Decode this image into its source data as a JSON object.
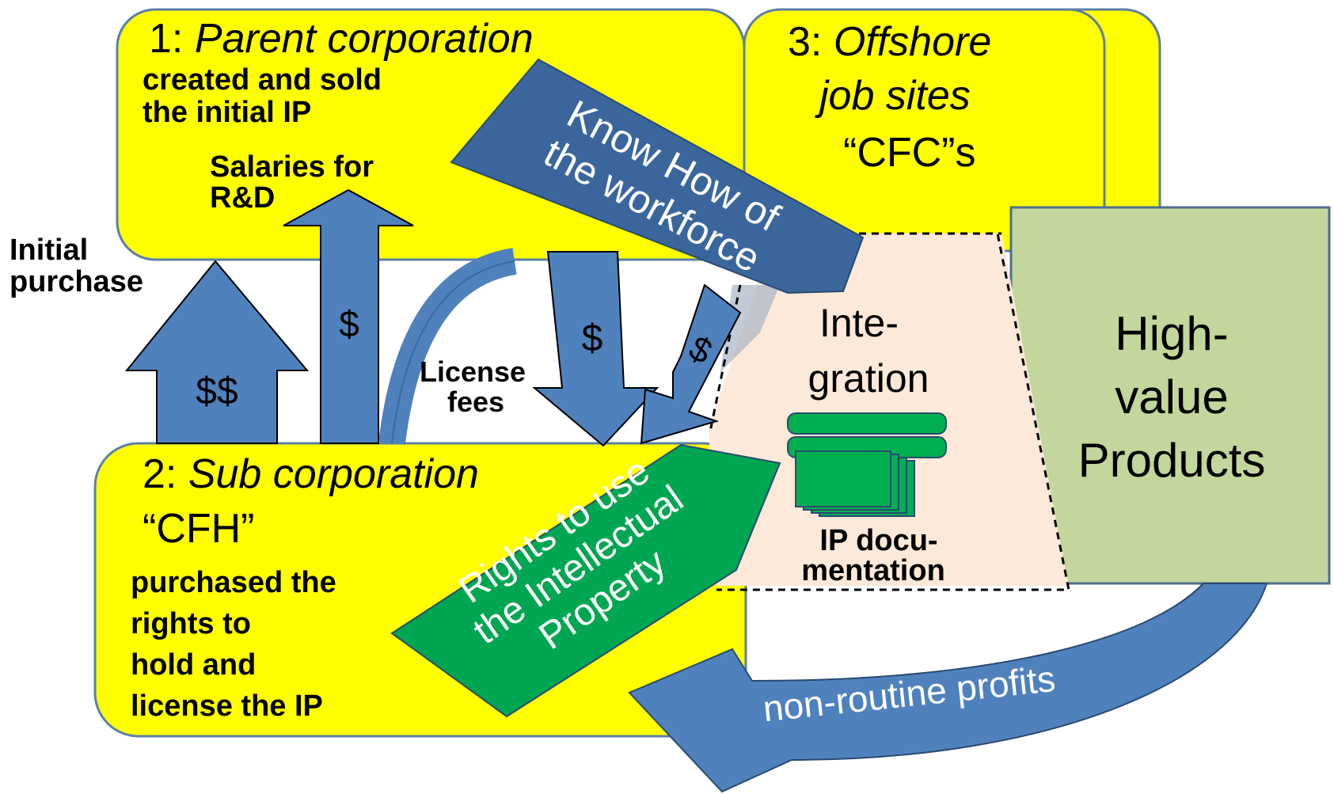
{
  "box_parent": {
    "number": "1: ",
    "title": "Parent  corporation",
    "desc": [
      "created and sold",
      "the initial IP"
    ]
  },
  "box_offshore": {
    "number": "3: ",
    "title_lines": [
      "Offshore",
      "job sites"
    ],
    "subtitle": "“CFC”s"
  },
  "box_sub": {
    "number": "2: ",
    "title": "Sub corporation",
    "name": "“CFH”",
    "desc": [
      "purchased  the",
      "rights to",
      "hold and",
      "license the IP"
    ]
  },
  "labels": {
    "initial_purchase": [
      "Initial",
      "purchase"
    ],
    "salaries": [
      "Salaries for",
      "R&D"
    ],
    "license_fees": [
      "License",
      "fees"
    ]
  },
  "arrows": {
    "initial_purchase_amount": "$$",
    "salaries_amount": "$",
    "license_fee_amount_1": "$",
    "license_fee_amount_2": "$",
    "know_how": [
      "Know How of",
      "the workforce"
    ],
    "rights": [
      "Rights to use",
      "the Intellectual",
      "Property"
    ],
    "profits": "non-routine profits"
  },
  "integration": {
    "title": [
      "Inte-",
      "gration"
    ],
    "doc_label": [
      "IP docu-",
      "mentation"
    ]
  },
  "products": {
    "title": [
      "High-",
      "value",
      "Products"
    ]
  },
  "colors": {
    "box_yellow": "#ffff00",
    "box_border": "#5b7fa6",
    "arrow_blue": "#4f81bd",
    "arrow_dark": "#3a6aa0",
    "know_how_fill": "#3a669b",
    "rights_green": "#00a651",
    "integration_fill": "#fde9d9",
    "products_fill": "#c3d69b",
    "doc_green": "#00b050"
  }
}
